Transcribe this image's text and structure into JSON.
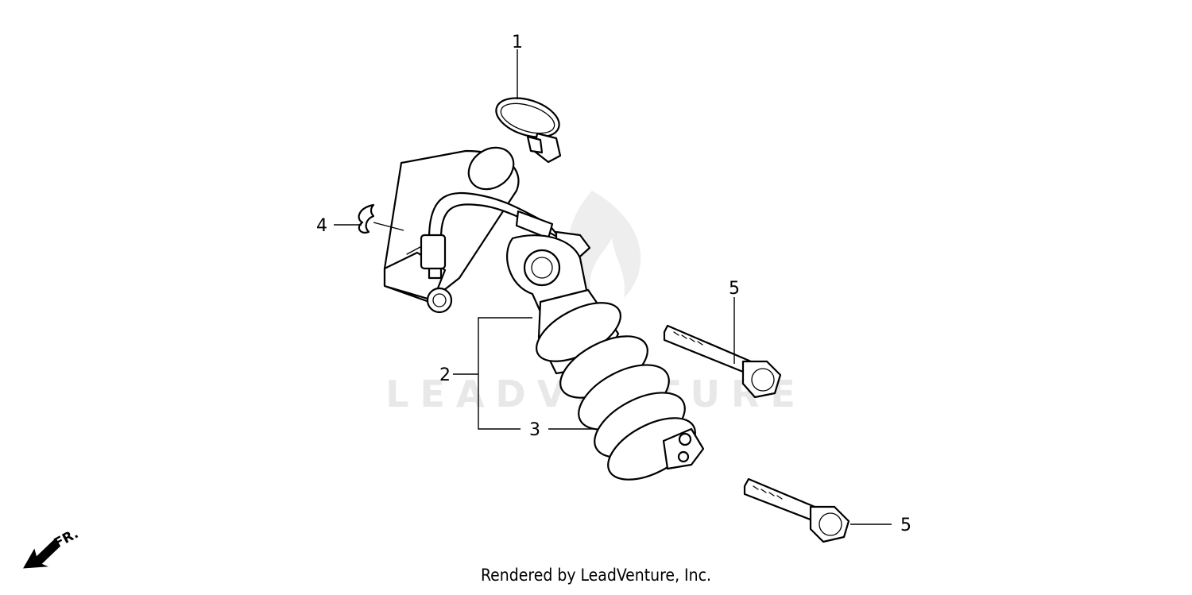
{
  "watermark": "LEADVENTURE",
  "direction_label": "FR.",
  "callouts": [
    {
      "id": "c1",
      "text": "1"
    },
    {
      "id": "c2",
      "text": "2"
    },
    {
      "id": "c3",
      "text": "3"
    },
    {
      "id": "c4",
      "text": "4"
    },
    {
      "id": "c5a",
      "text": "5"
    },
    {
      "id": "c5b",
      "text": "5"
    }
  ],
  "footer": {
    "credit": "Rendered by LeadVenture, Inc."
  }
}
